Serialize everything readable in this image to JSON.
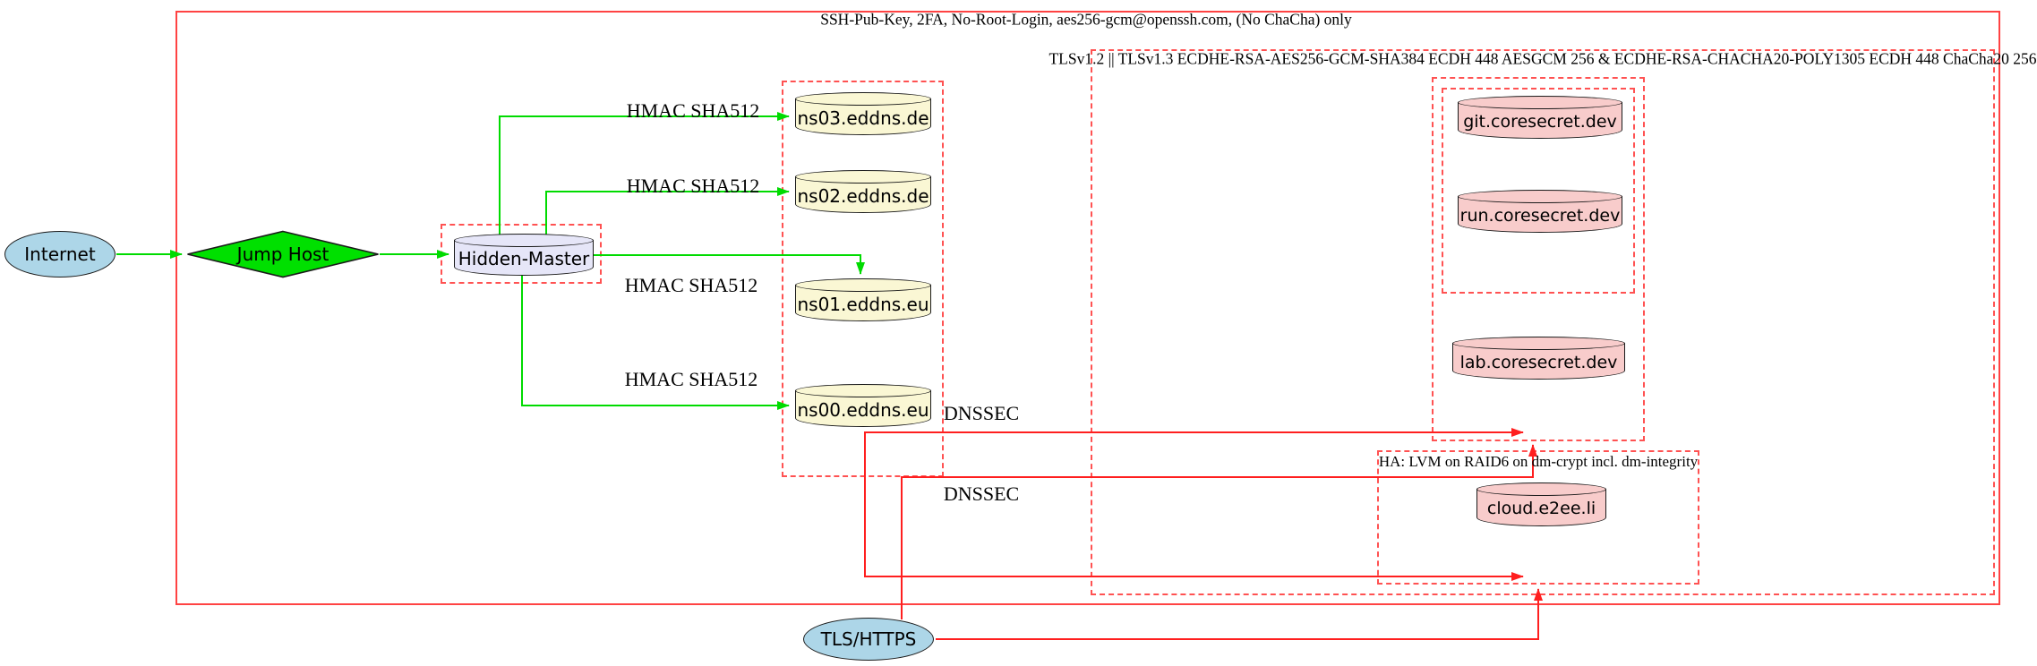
{
  "diagram": {
    "type": "network-security-architecture"
  },
  "clusters": {
    "ssh": {
      "label": "SSH-Pub-Key, 2FA, No-Root-Login, aes256-gcm@openssh.com, (No ChaCha) only"
    },
    "tls": {
      "label": "TLSv1.2 || TLSv1.3 ECDHE-RSA-AES256-GCM-SHA384 ECDH 448 AESGCM 256 & ECDHE-RSA-CHACHA20-POLY1305 ECDH 448 ChaCha20 256"
    },
    "ha": {
      "label": "HA: LVM on RAID6 on dm-crypt incl. dm-integrity"
    }
  },
  "nodes": {
    "internet": {
      "label": "Internet",
      "shape": "ellipse",
      "fill": "#add6e8"
    },
    "jump_host": {
      "label": "Jump Host",
      "shape": "diamond",
      "fill": "#00e000"
    },
    "hidden_master": {
      "label": "Hidden-Master",
      "shape": "cylinder",
      "fill": "#e6e6f8"
    },
    "ns03": {
      "label": "ns03.eddns.de",
      "shape": "cylinder",
      "fill": "#faf7d4"
    },
    "ns02": {
      "label": "ns02.eddns.de",
      "shape": "cylinder",
      "fill": "#faf7d4"
    },
    "ns01": {
      "label": "ns01.eddns.eu",
      "shape": "cylinder",
      "fill": "#faf7d4"
    },
    "ns00": {
      "label": "ns00.eddns.eu",
      "shape": "cylinder",
      "fill": "#faf7d4"
    },
    "git": {
      "label": "git.coresecret.dev",
      "shape": "cylinder",
      "fill": "#f8cccb"
    },
    "run": {
      "label": "run.coresecret.dev",
      "shape": "cylinder",
      "fill": "#f8cccb"
    },
    "lab": {
      "label": "lab.coresecret.dev",
      "shape": "cylinder",
      "fill": "#f8cccb"
    },
    "cloud": {
      "label": "cloud.e2ee.li",
      "shape": "cylinder",
      "fill": "#f8cccb"
    },
    "tls_https": {
      "label": "TLS/HTTPS",
      "shape": "ellipse",
      "fill": "#add6e8"
    }
  },
  "edge_labels": {
    "hmac_ns03": "HMAC SHA512",
    "hmac_ns02": "HMAC SHA512",
    "hmac_ns01": "HMAC SHA512",
    "hmac_ns00": "HMAC SHA512",
    "dnssec_1": "DNSSEC",
    "dnssec_2": "DNSSEC"
  },
  "colors": {
    "green_edge": "#00db00",
    "red_edge": "#ff1f1f",
    "cluster_border_dashed": "#ff5252",
    "cluster_border_solid": "#ff4343",
    "node_outline": "#1a1a1a"
  }
}
